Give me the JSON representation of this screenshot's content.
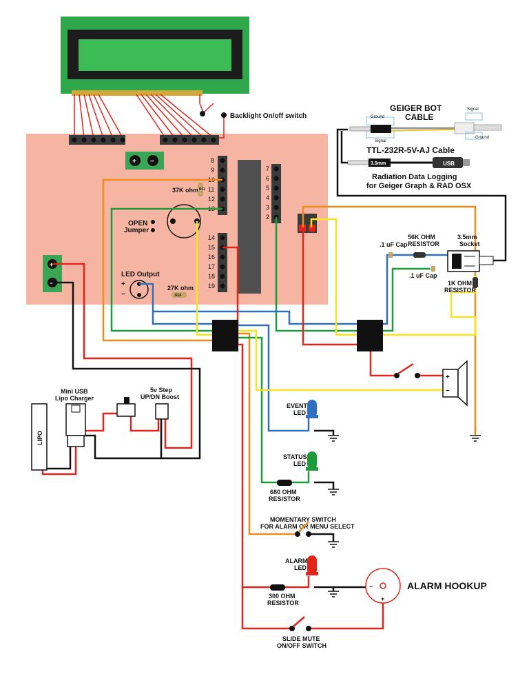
{
  "labels": {
    "backlight": "Backlight On/off switch",
    "geiger_bot_line1": "GEIGER BOT",
    "geiger_bot_line2": "CABLE",
    "ground_left": "Ground",
    "signal_left": "Signal",
    "signal_right": "Signal",
    "ground_right": "Ground",
    "ttl_cable": "TTL-232R-5V-AJ Cable",
    "jack_35": "3.5mm",
    "usb": "USB",
    "rad_log_line1": "Radiation Data Logging",
    "rad_log_line2": "for Geiger Graph & RAD OSX",
    "r37k": "37K ohm",
    "r11": "R11",
    "open_jumper_line1": "OPEN",
    "open_jumper_line2": "Jumper",
    "led_output": "LED Output",
    "r27k": "27K ohm",
    "r14": "R14",
    "cap1": ".1 uF Cap",
    "r56k_line1": "56K OHM",
    "r56k_line2": "RESISTOR",
    "socket_line1": "3.5mm",
    "socket_line2": "Socket",
    "cap2": ".1 uF Cap",
    "r1k_line1": "1K OHM",
    "r1k_line2": "RESISTOR",
    "mini_usb_line1": "Mini USB",
    "mini_usb_line2": "Lipo Charger",
    "boost_line1": "5v Step",
    "boost_line2": "UP/DN Boost",
    "lipo": "LIPO",
    "event_led_line1": "EVENT",
    "event_led_line2": "LED",
    "status_led_line1": "STATUS",
    "status_led_line2": "LED",
    "r680_line1": "680 OHM",
    "r680_line2": "RESISTOR",
    "momentary_line1": "MOMENTARY SWITCH",
    "momentary_line2": "FOR ALARM OR MENU SELECT",
    "alarm_led_line1": "ALARM",
    "alarm_led_line2": "LED",
    "r300_line1": "300 OHM",
    "r300_line2": "RESISTOR",
    "alarm_hookup": "ALARM  HOOKUP",
    "slide_line1": "SLIDE MUTE",
    "slide_line2": "ON/OFF SWITCH",
    "plus": "+",
    "minus": "−"
  },
  "pins_left": [
    "8",
    "9",
    "10",
    "11",
    "12",
    "13"
  ],
  "pins_left2": [
    "14",
    "15",
    "16",
    "17",
    "18",
    "19"
  ],
  "pins_right": [
    "7",
    "6",
    "5",
    "4",
    "3",
    "2"
  ],
  "colors": {
    "board": "#f6b4a3",
    "lcd_frame": "#2ea84a",
    "lcd_screen": "#1c1c1c",
    "lcd_inner": "#3dbb54",
    "header": "#3a3a3a",
    "wire_red": "#e1251b",
    "wire_black": "#111111",
    "wire_green": "#1e9a3a",
    "wire_blue": "#2f6fc0",
    "wire_yellow": "#f5e51b",
    "wire_orange": "#f08a1c",
    "terminal_green": "#3aa655"
  }
}
